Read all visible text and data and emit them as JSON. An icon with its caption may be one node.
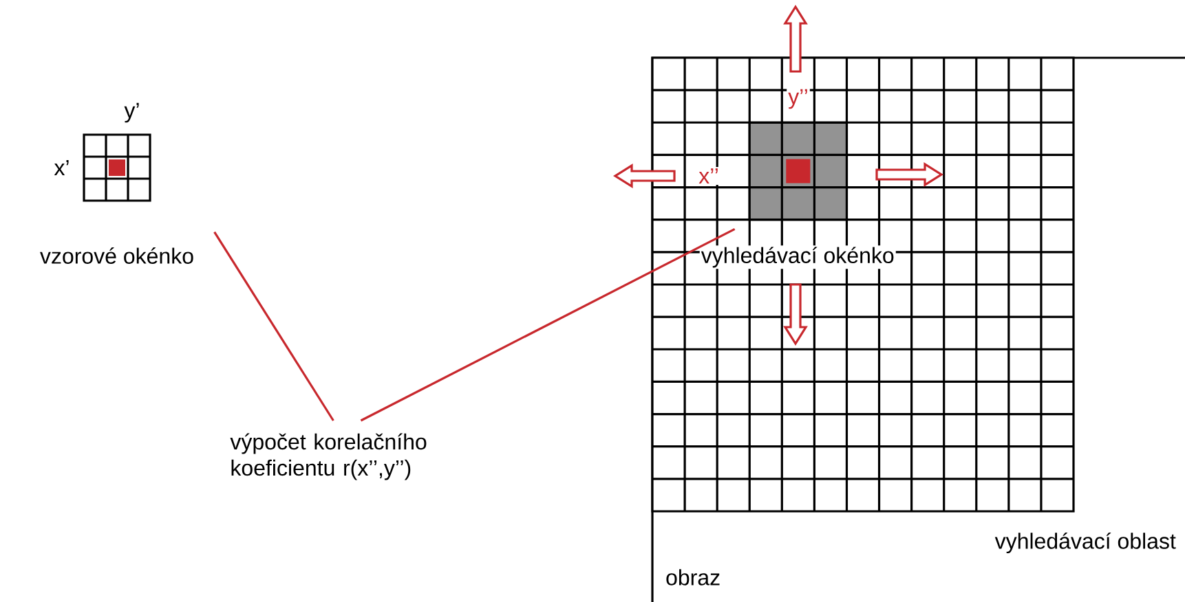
{
  "diagram": {
    "nodes": [
      {
        "text": [
          "vzorové okénko"
        ],
        "beside": [
          "y’",
          "x’"
        ]
      },
      {
        "text": [
          "obraz"
        ]
      },
      {
        "text": [
          "vyhledávací oblast"
        ],
        "in": 1
      },
      {
        "text": [
          "vyhledávací okénko"
        ],
        "in": 2
      },
      {
        "text": [
          "výpočet korelačního koeficientu r(x’’,y’’)"
        ]
      }
    ],
    "edges": [
      {
        "from": 4,
        "to": 0,
        "arrow": "none"
      },
      {
        "from": 4,
        "to": 3,
        "arrow": "none"
      }
    ],
    "labels": [
      "y’’",
      "x’’"
    ]
  }
}
